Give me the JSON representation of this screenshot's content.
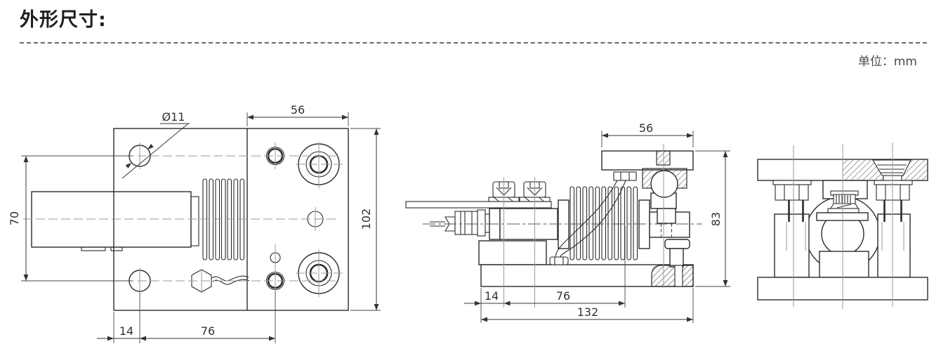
{
  "header": {
    "title": "外形尺寸:",
    "unit_label": "单位：mm"
  },
  "drawing": {
    "description": "Three-view technical outline drawing of a load-cell weighing module",
    "views": {
      "top_view": {
        "label": "top-view",
        "dims": {
          "hole_callout": "Ø11",
          "top_plate_width": "56",
          "plate_height": "102",
          "hole_row_spacing": "70",
          "edge_to_hole": "14",
          "hole_spacing": "76"
        }
      },
      "side_view": {
        "label": "side-view",
        "dims": {
          "top_plate_width": "56",
          "overall_height": "83",
          "edge_to_bolt": "14",
          "bolt_spacing": "76",
          "base_length": "132"
        }
      },
      "front_view": {
        "label": "front-view",
        "dims": {}
      }
    }
  }
}
